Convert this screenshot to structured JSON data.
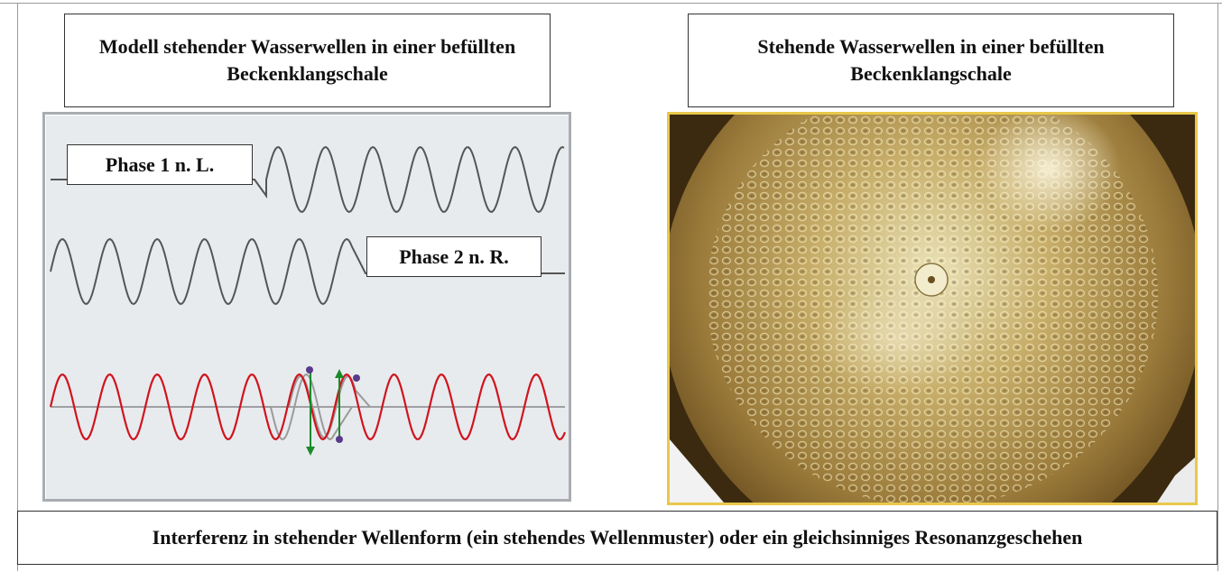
{
  "left_title": "Modell stehender Wasserwellen in einer befüllten Beckenklangschale",
  "right_title": "Stehende Wasserwellen in einer befüllten Beckenklangschale",
  "phase1_label": "Phase 1 n. L.",
  "phase2_label": "Phase 2 n. R.",
  "caption": "Interferenz in stehender Wellenform (ein stehendes Wellenmuster) oder ein gleichsinniges Resonanzgeschehen",
  "colors": {
    "panel_bg": "#e8ebee",
    "wave": "#555555",
    "result_wave": "#d0141e",
    "marker_arrow": "#1a8a2a",
    "marker_point": "#5a3a8a",
    "photo_border": "#e8c84a"
  }
}
